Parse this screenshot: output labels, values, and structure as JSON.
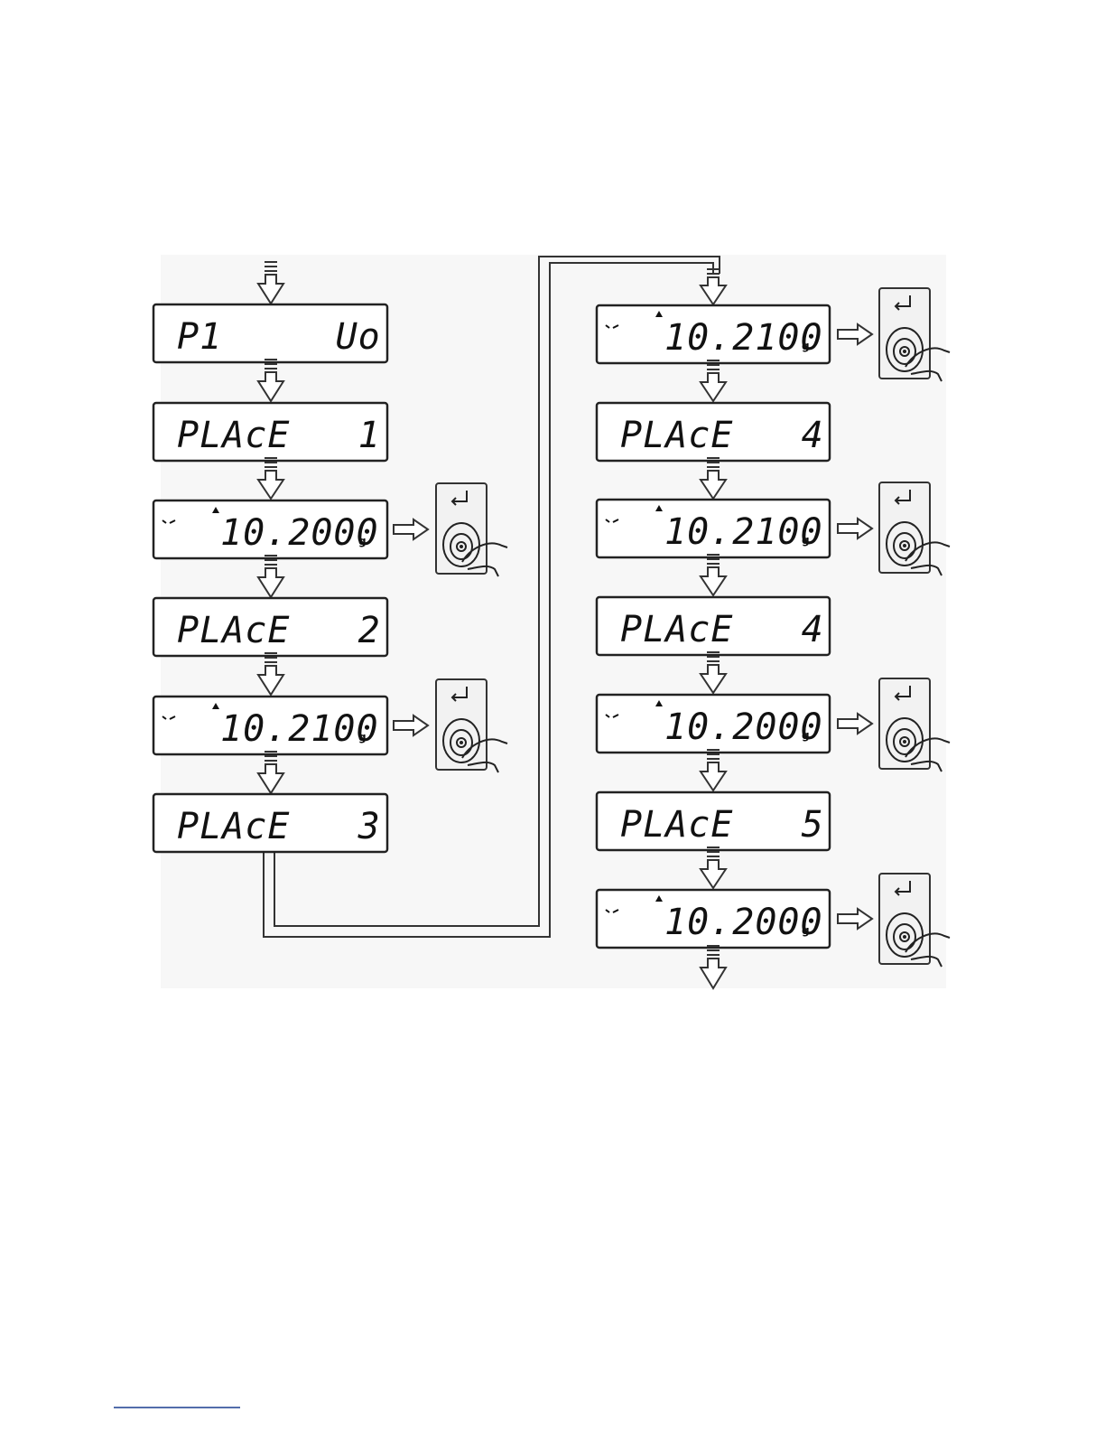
{
  "left_column": [
    {
      "id": "p1-uo",
      "type": "text",
      "text": "P1     Uo"
    },
    {
      "id": "place-1",
      "type": "text",
      "text": "PLAcE   1"
    },
    {
      "id": "weight-1",
      "type": "weight",
      "text": "10.2000",
      "unit": "g",
      "enter": true
    },
    {
      "id": "place-2",
      "type": "text",
      "text": "PLAcE   2"
    },
    {
      "id": "weight-2",
      "type": "weight",
      "text": "10.2100",
      "unit": "g",
      "enter": true
    },
    {
      "id": "place-3",
      "type": "text",
      "text": "PLAcE   3"
    }
  ],
  "right_column": [
    {
      "id": "weight-3",
      "type": "weight",
      "text": "10.2100",
      "unit": "g",
      "enter": true
    },
    {
      "id": "place-4a",
      "type": "text",
      "text": "PLAcE   4"
    },
    {
      "id": "weight-4",
      "type": "weight",
      "text": "10.2100",
      "unit": "g",
      "enter": true
    },
    {
      "id": "place-4b",
      "type": "text",
      "text": "PLAcE   4"
    },
    {
      "id": "weight-5",
      "type": "weight",
      "text": "10.2000",
      "unit": "g",
      "enter": true
    },
    {
      "id": "place-5",
      "type": "text",
      "text": "PLAcE   5"
    },
    {
      "id": "weight-6",
      "type": "weight",
      "text": "10.2000",
      "unit": "g",
      "enter": true
    }
  ],
  "icons": {
    "flow_arrow": "down-arrow-icon",
    "key": "enter-key-icon",
    "hand": "finger-press-icon"
  }
}
